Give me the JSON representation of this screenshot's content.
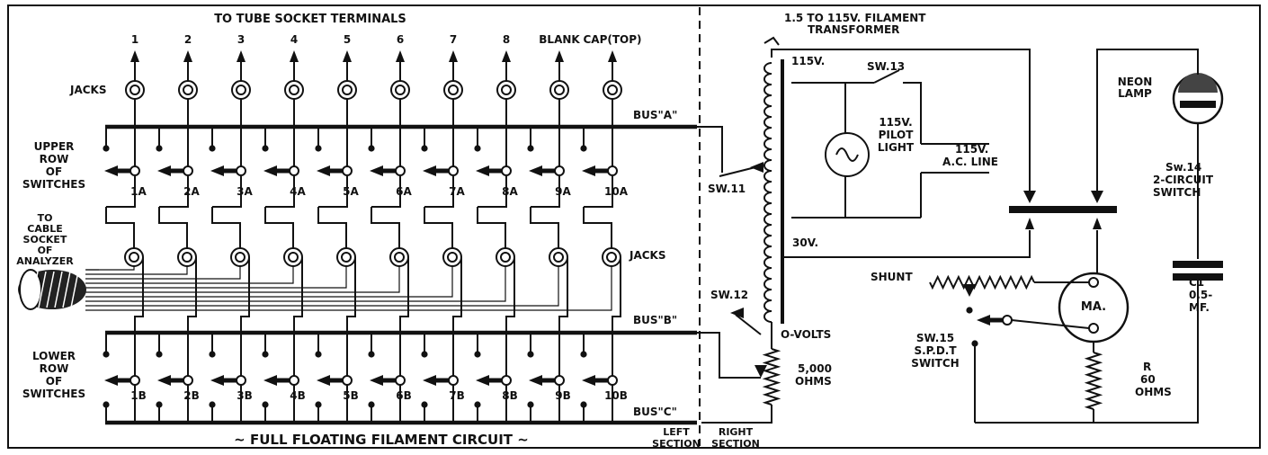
{
  "title": "TO TUBE SOCKET TERMINALS",
  "terminals": [
    "1",
    "2",
    "3",
    "4",
    "5",
    "6",
    "7",
    "8",
    "BLANK",
    "CAP(TOP)"
  ],
  "upper_switches": [
    "1A",
    "2A",
    "3A",
    "4A",
    "5A",
    "6A",
    "7A",
    "8A",
    "9A",
    "10A"
  ],
  "lower_switches": [
    "1B",
    "2B",
    "3B",
    "4B",
    "5B",
    "6B",
    "7B",
    "8B",
    "9B",
    "10B"
  ],
  "labels": {
    "jacks_top": "JACKS",
    "jacks_mid": "JACKS",
    "bus_a": "BUS\"A\"",
    "bus_b": "BUS\"B\"",
    "bus_c": "BUS\"C\"",
    "upper_row": [
      "UPPER",
      "ROW",
      "OF",
      "SWITCHES"
    ],
    "lower_row": [
      "LOWER",
      "ROW",
      "OF",
      "SWITCHES"
    ],
    "cable": [
      "TO",
      "CABLE",
      "SOCKET",
      "OF",
      "ANALYZER"
    ],
    "full_floating": "~ FULL FLOATING FILAMENT CIRCUIT ~",
    "left_section": [
      "LEFT",
      "SECTION"
    ],
    "right_section": [
      "RIGHT",
      "SECTION"
    ],
    "transformer": [
      "1.5 TO 115V. FILAMENT",
      "TRANSFORMER"
    ],
    "v115": "115V.",
    "v30": "30V.",
    "zero_volts": "O-VOLTS",
    "sw11": "SW.11",
    "sw12": "SW.12",
    "sw13": "SW.13",
    "sw14": [
      "Sw.14",
      "2-CIRCUIT",
      "SWITCH"
    ],
    "sw15": [
      "SW.15",
      "S.P.D.T",
      "SWITCH"
    ],
    "pilot": [
      "115V.",
      "PILOT",
      "LIGHT"
    ],
    "ac_line": [
      "115V.",
      "A.C. LINE"
    ],
    "neon": [
      "NEON",
      "LAMP"
    ],
    "shunt": "SHUNT",
    "meter": "MA.",
    "res_5000": [
      "5,000",
      "OHMS"
    ],
    "res_r": [
      "R",
      "60",
      "OHMS"
    ],
    "cap": [
      "C1",
      "0.5-",
      "MF."
    ]
  }
}
